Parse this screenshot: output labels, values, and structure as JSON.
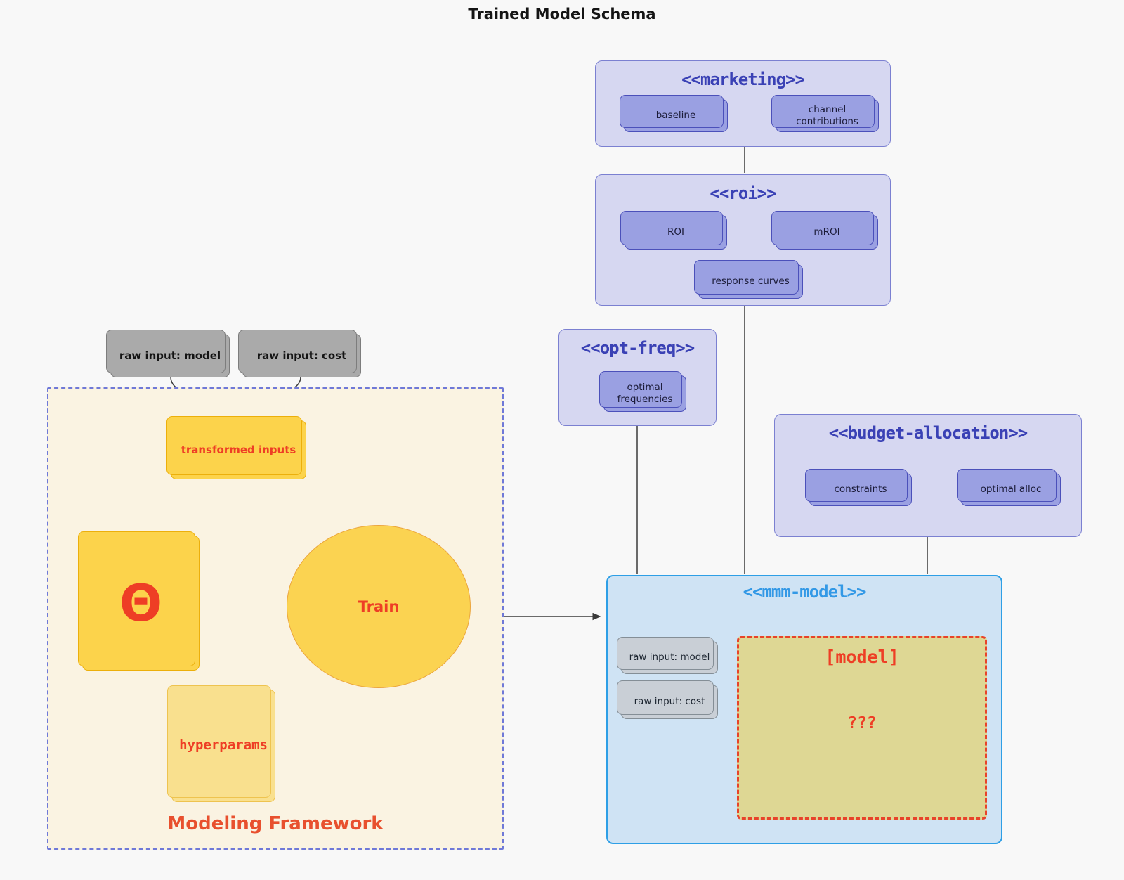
{
  "title": "Trained Model Schema",
  "marketing": {
    "title": "<<marketing>>",
    "baseline": "baseline",
    "channel_contributions": "channel contributions"
  },
  "roi": {
    "title": "<<roi>>",
    "roi": "ROI",
    "mroi": "mROI",
    "response_curves": "response curves"
  },
  "opt_freq": {
    "title": "<<opt-freq>>",
    "optimal_frequencies": "optimal frequencies"
  },
  "budget_allocation": {
    "title": "<<budget-allocation>>",
    "constraints": "constraints",
    "optimal_alloc": "optimal alloc"
  },
  "mmm_model": {
    "title": "<<mmm-model>>",
    "raw_input_model": "raw input: model",
    "raw_input_cost": "raw input: cost",
    "model_tag": "[model]",
    "unknown": "???"
  },
  "raw_inputs": {
    "model": "raw input: model",
    "cost": "raw input: cost"
  },
  "framework": {
    "label": "Modeling Framework",
    "transformed_inputs": "transformed inputs",
    "theta": "Θ",
    "train": "Train",
    "hyperparams": "hyperparams"
  },
  "colors": {
    "page_bg": "#f8f8f8",
    "group_bg": "#d6d7f1",
    "group_border": "#7b80d1",
    "group_title": "#3a41b5",
    "purple_node": "#9aa0e2",
    "purple_node_border": "#4b50ba",
    "mmm_bg": "#cfe3f4",
    "mmm_border": "#2e9fe6",
    "mmm_title": "#3399e6",
    "gray_dark_node": "#aaaaaa",
    "gray_light_node": "#c9cfd6",
    "gold_node": "#fcd34b",
    "gold_light_node": "#f9e08e",
    "framework_bg": "#faf3e2",
    "framework_border": "#6f79d8",
    "framework_label": "#e8502e",
    "model_box_bg": "#ded794",
    "model_box_border": "#e8432a",
    "red_text": "#ee3e25",
    "dark_line": "#3a3a3a"
  }
}
